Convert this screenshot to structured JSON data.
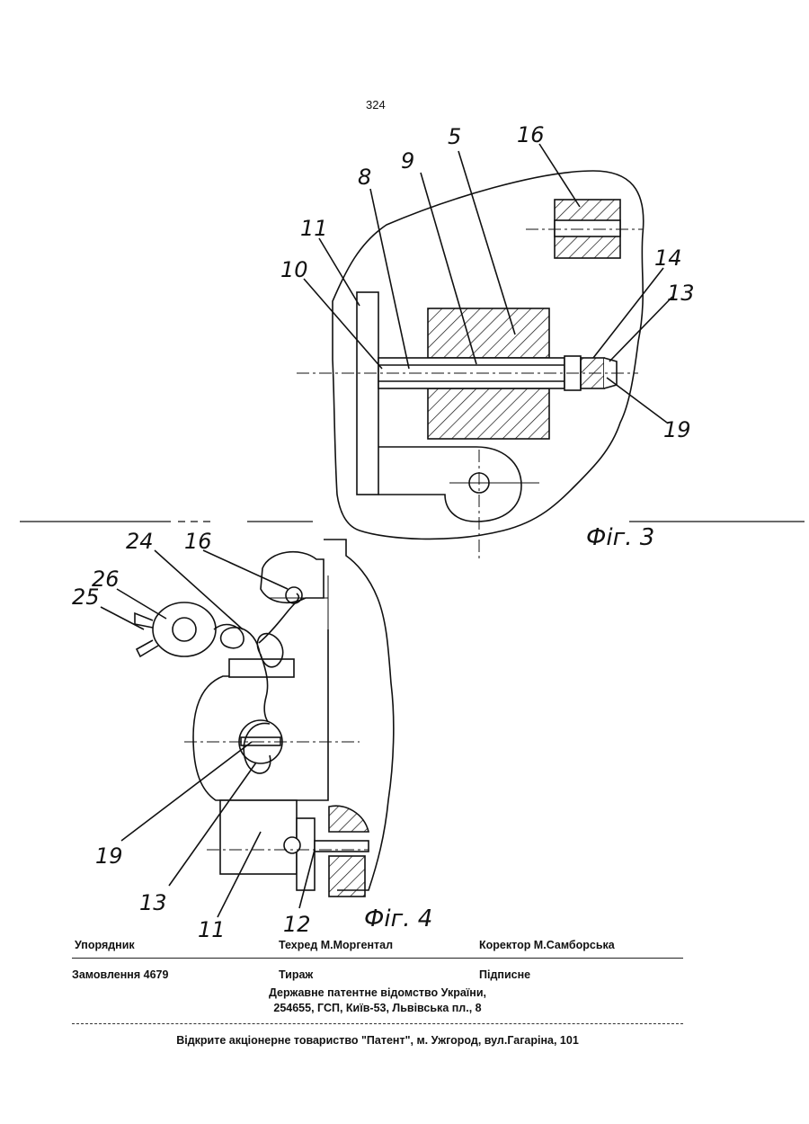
{
  "page_number": "324",
  "figures": {
    "fig3": {
      "caption": "Фіг. 3",
      "labels": [
        "5",
        "16",
        "8",
        "9",
        "11",
        "10",
        "14",
        "13",
        "19"
      ]
    },
    "fig4": {
      "caption": "Фіг. 4",
      "labels": [
        "24",
        "16",
        "26",
        "25",
        "19",
        "13",
        "11",
        "12"
      ]
    }
  },
  "footer": {
    "compiler": "Упорядник",
    "techred": "Техред М.Моргентал",
    "corrector": "Коректор  М.Самборська",
    "order": "Замовлення  4679",
    "circulation": "Тираж",
    "signed": "Підписне",
    "office": "Державне  патентне  відомство  України,",
    "address": "254655, ГСП, Київ-53, Львівська пл., 8",
    "printer": "Відкрите акціонерне товариство \"Патент\", м. Ужгород, вул.Гагаріна, 101"
  }
}
